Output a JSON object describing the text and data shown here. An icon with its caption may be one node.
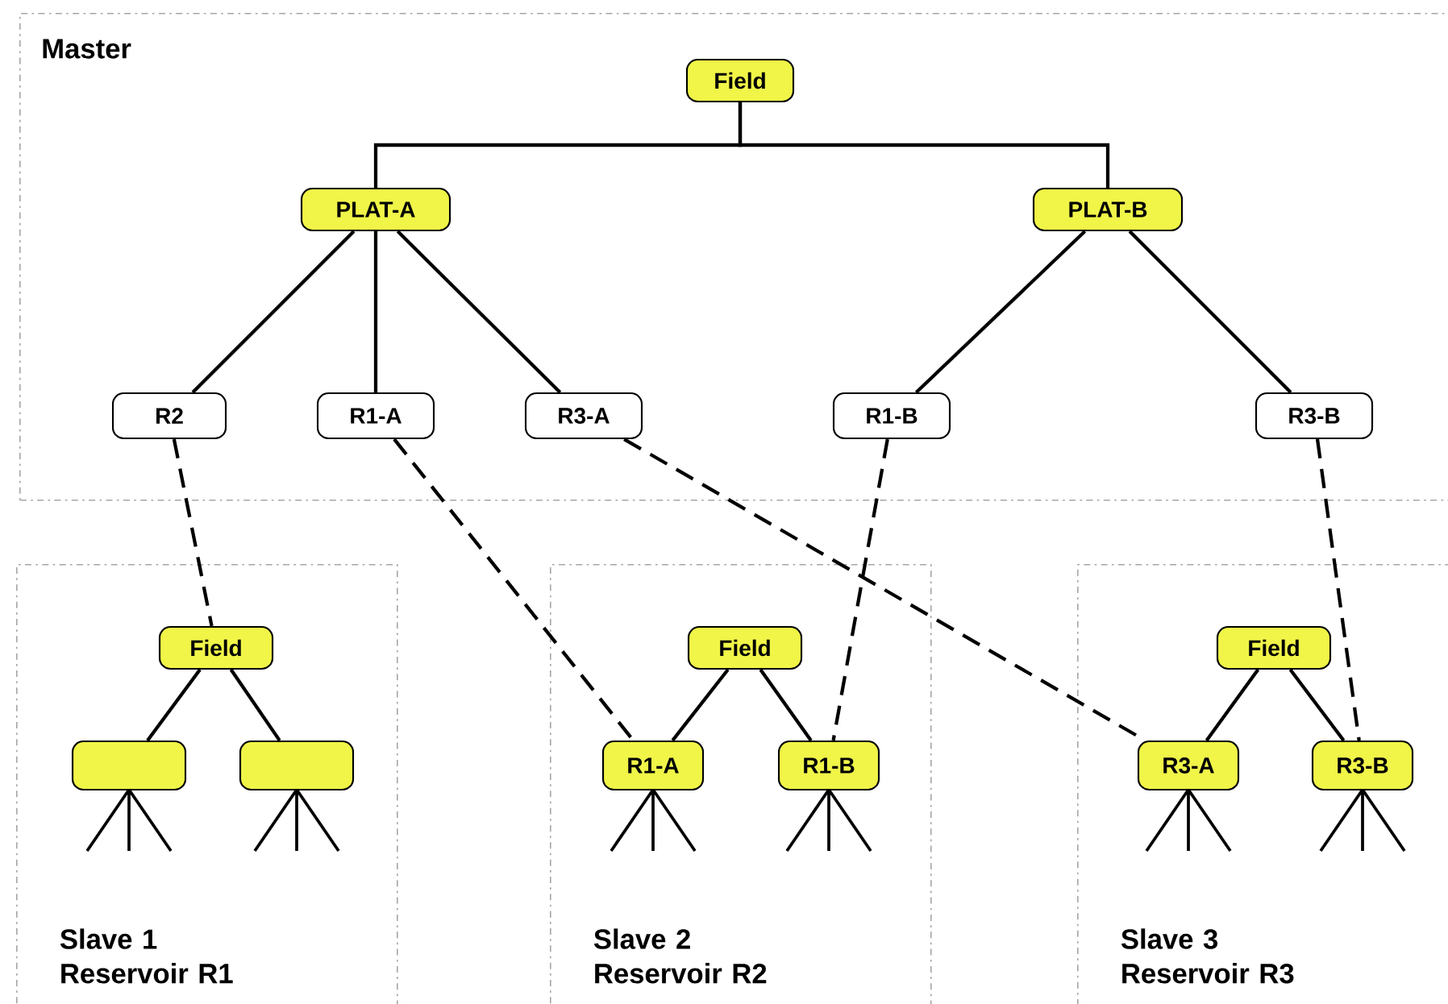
{
  "diagram": {
    "nodes": [
      {
        "text": [
          "Master"
        ]
      },
      {
        "text": [
          "Field"
        ],
        "in": 0
      },
      {
        "text": [
          "PLAT-A"
        ],
        "in": 0
      },
      {
        "text": [
          "PLAT-B"
        ],
        "in": 0
      },
      {
        "text": [
          "R2"
        ],
        "in": 0
      },
      {
        "text": [
          "R1-A"
        ],
        "in": 0
      },
      {
        "text": [
          "R3-A"
        ],
        "in": 0
      },
      {
        "text": [
          "R1-B"
        ],
        "in": 0
      },
      {
        "text": [
          "R3-B"
        ],
        "in": 0
      },
      {
        "text": [
          "Slave 1 Reservoir R1"
        ]
      },
      {
        "text": [
          "Field"
        ],
        "in": 9
      },
      {
        "text": [],
        "shape": "box",
        "in": 9
      },
      {
        "text": [],
        "shape": "box",
        "in": 9
      },
      {
        "text": [
          "Slave 2 Reservoir R2"
        ]
      },
      {
        "text": [
          "Field"
        ],
        "in": 13
      },
      {
        "text": [
          "R1-A"
        ],
        "in": 13
      },
      {
        "text": [
          "R1-B"
        ],
        "in": 13
      },
      {
        "text": [
          "Slave 3 Reservoir R3"
        ]
      },
      {
        "text": [
          "Field"
        ],
        "in": 17
      },
      {
        "text": [
          "R3-A"
        ],
        "in": 17
      },
      {
        "text": [
          "R3-B"
        ],
        "in": 17
      }
    ],
    "edges": [
      {
        "from": 1,
        "to": 2,
        "arrow": "none"
      },
      {
        "from": 1,
        "to": 3,
        "arrow": "none"
      },
      {
        "from": 2,
        "to": 4,
        "arrow": "none"
      },
      {
        "from": 2,
        "to": 5,
        "arrow": "none"
      },
      {
        "from": 2,
        "to": 6,
        "arrow": "none"
      },
      {
        "from": 3,
        "to": 7,
        "arrow": "none"
      },
      {
        "from": 3,
        "to": 8,
        "arrow": "none"
      },
      {
        "from": 4,
        "to": 10,
        "arrow": "none",
        "style": "dashed"
      },
      {
        "from": 5,
        "to": 15,
        "arrow": "none",
        "style": "dashed"
      },
      {
        "from": 6,
        "to": 19,
        "arrow": "none",
        "style": "dashed"
      },
      {
        "from": 7,
        "to": 16,
        "arrow": "none",
        "style": "dashed"
      },
      {
        "from": 8,
        "to": 20,
        "arrow": "none",
        "style": "dashed"
      },
      {
        "from": 10,
        "to": 11,
        "arrow": "none"
      },
      {
        "from": 10,
        "to": 12,
        "arrow": "none"
      },
      {
        "from": 14,
        "to": 15,
        "arrow": "none"
      },
      {
        "from": 14,
        "to": 16,
        "arrow": "none"
      },
      {
        "from": 18,
        "to": 19,
        "arrow": "none"
      },
      {
        "from": 18,
        "to": 20,
        "arrow": "none"
      }
    ]
  }
}
